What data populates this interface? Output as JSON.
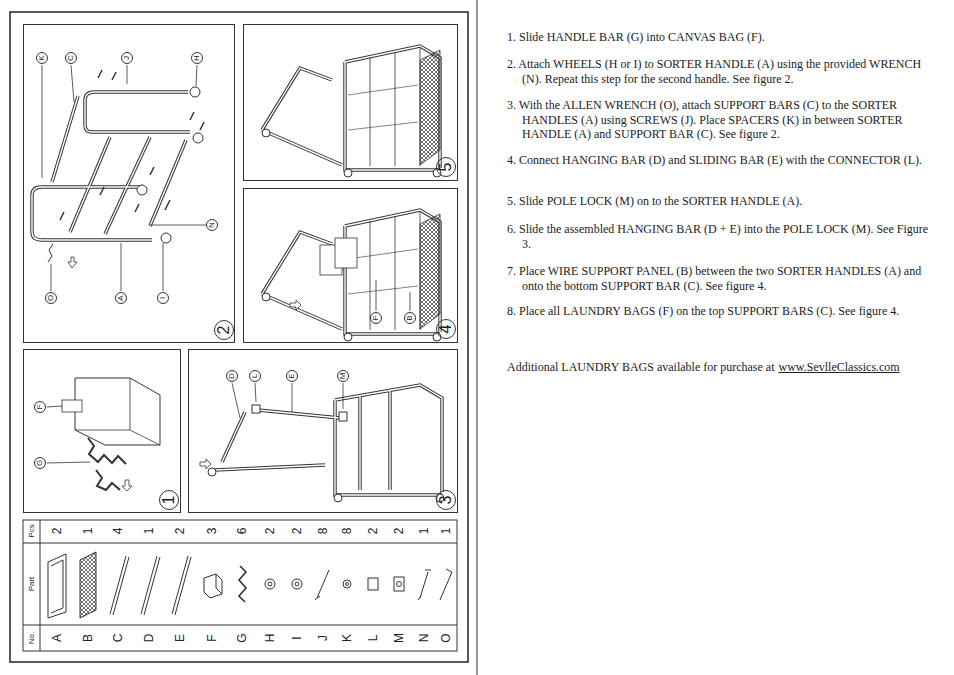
{
  "diagram": {
    "nodes": [
      {
        "text": [
          "2"
        ]
      },
      {
        "text": [
          "K"
        ],
        "in": 0
      },
      {
        "text": [
          "C"
        ],
        "in": 0
      },
      {
        "text": [
          "J"
        ],
        "in": 0
      },
      {
        "text": [
          "H"
        ],
        "in": 0
      },
      {
        "text": [
          "N"
        ],
        "in": 0
      },
      {
        "text": [
          "O"
        ],
        "in": 0
      },
      {
        "text": [
          "A"
        ],
        "in": 0
      },
      {
        "text": [
          "I"
        ],
        "in": 0
      },
      {
        "text": [
          "5"
        ]
      },
      {
        "text": [
          "4"
        ]
      },
      {
        "text": [
          "F"
        ],
        "in": 10
      },
      {
        "text": [
          "B"
        ],
        "in": 10
      },
      {
        "text": [
          "1"
        ]
      },
      {
        "text": [
          "F"
        ],
        "in": 13
      },
      {
        "text": [
          "G"
        ],
        "in": 13
      },
      {
        "text": [
          "3"
        ]
      },
      {
        "text": [
          "D"
        ],
        "in": 16
      },
      {
        "text": [
          "L"
        ],
        "in": 16
      },
      {
        "text": [
          "E"
        ],
        "in": 16
      },
      {
        "text": [
          "M"
        ],
        "in": 16
      }
    ],
    "labels": [
      "No.",
      "Part",
      "Pcs",
      "A",
      "B",
      "C",
      "D",
      "E",
      "F",
      "G",
      "H",
      "I",
      "J",
      "K",
      "L",
      "M",
      "N",
      "O",
      "2",
      "1",
      "4",
      "1",
      "2",
      "3",
      "6",
      "2",
      "2",
      "8",
      "8",
      "2",
      "2",
      "1",
      "1",
      "1. Slide HANDLE BAR (G) into CANVAS BAG (F).",
      "2. Attach WHEELS (H or I) to SORTER HANDLE (A) using the provided WRENCH (N). Repeat this step for the second handle. See figure 2.",
      "3. With the ALLEN WRENCH (O), attach SUPPORT BARS (C) to the SORTER HANDLES (A) using SCREWS (J). Place SPACERS (K) in between SORTER HANDLE (A) and SUPPORT BAR (C). See figure 2.",
      "4. Connect HANGING BAR (D) and SLIDING BAR (E) with the CONNECTOR (L).",
      "5. Slide POLE LOCK (M) on to the SORTER HANDLE (A).",
      "6. Slide the assembled HANGING BAR (D + E) into the POLE LOCK (M). See Figure 3.",
      "7. Place WIRE SUPPORT PANEL (B) between the two SORTER HANDLES (A) and onto the bottom SUPPORT BAR (C). See figure 4.",
      "8. Place all LAUNDRY BAGS (F) on the top SUPPORT BARS (C). See figure 4.",
      "Additional LAUNDRY BAGS available for purchase at",
      "www.SevlleClassics.com"
    ]
  }
}
